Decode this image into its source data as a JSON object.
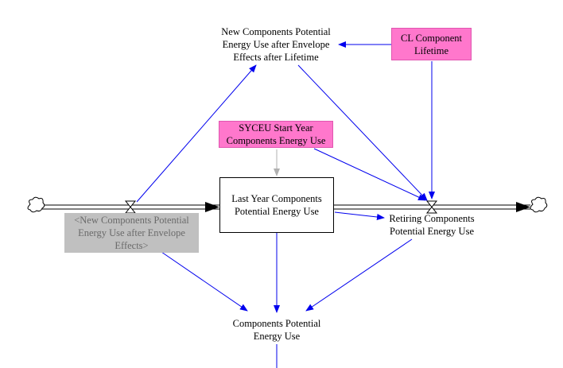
{
  "colors": {
    "link": "#0000ee",
    "flow": "#000000",
    "constant_fill": "#ff77cc",
    "shadow_fill": "#c0c0c0",
    "shadow_text": "#6a6a6a",
    "init_link": "#b0b0b0"
  },
  "nodes": {
    "new_after_lifetime": "New Components Potential\nEnergy Use after Envelope\nEffects after Lifetime",
    "cl_component_lifetime": "CL Component\nLifetime",
    "syceu_start_year": "SYCEU Start Year\nComponents Energy Use",
    "last_year_stock": "Last Year Components\nPotential Energy Use",
    "retiring": "Retiring Components\nPotential Energy Use",
    "shadow_new_after_envelope": "<New Components Potential\nEnergy Use after Envelope\nEffects>",
    "components_potential": "Components Potential\nEnergy Use"
  },
  "icons": [
    "cloud-source-icon",
    "cloud-sink-icon",
    "inflow-valve-icon",
    "outflow-valve-icon"
  ]
}
